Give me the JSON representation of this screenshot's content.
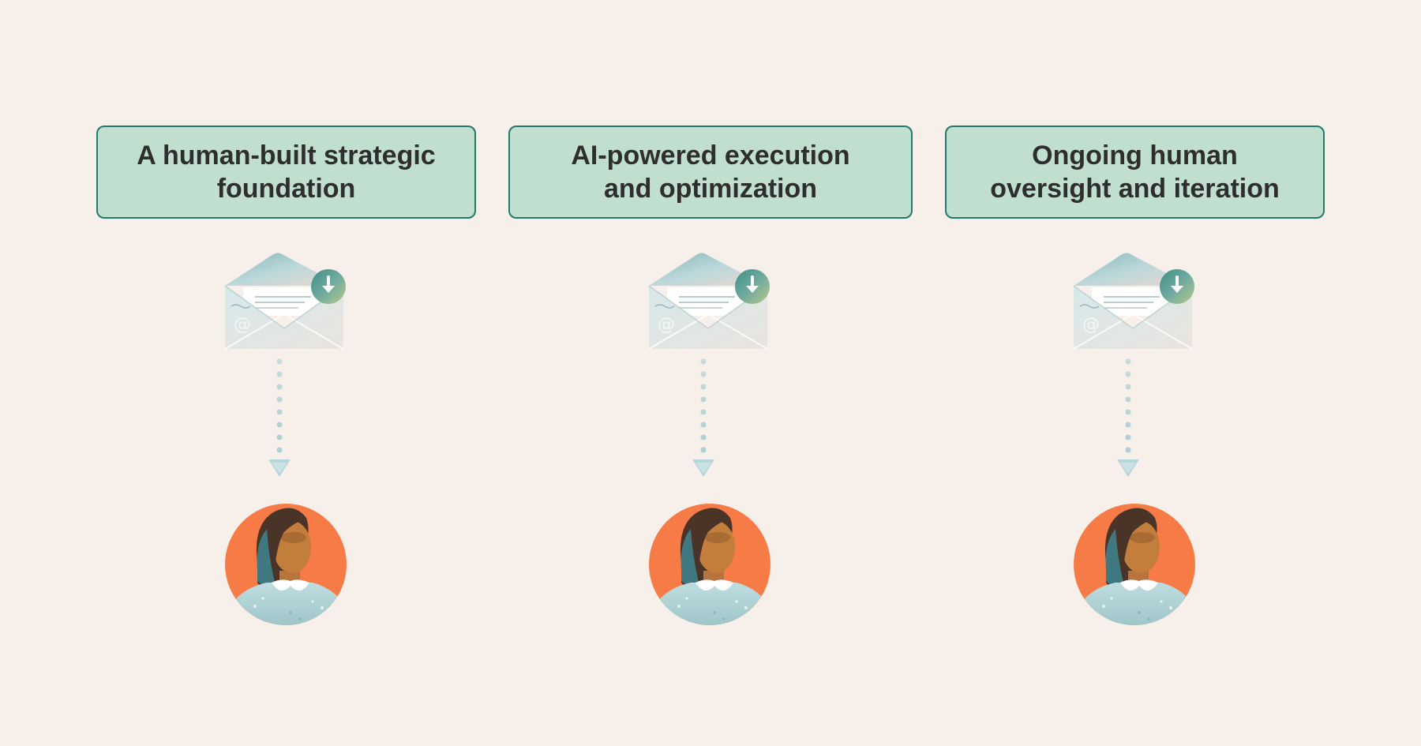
{
  "steps": [
    {
      "label": "A human-built strategic foundation",
      "icons": [
        "email-envelope-icon",
        "download-badge-icon",
        "dotted-arrow-down-icon",
        "person-avatar-icon"
      ]
    },
    {
      "label": "AI-powered execution and optimization",
      "icons": [
        "email-envelope-icon",
        "download-badge-icon",
        "dotted-arrow-down-icon",
        "person-avatar-icon"
      ]
    },
    {
      "label": "Ongoing human oversight and iteration",
      "icons": [
        "email-envelope-icon",
        "download-badge-icon",
        "dotted-arrow-down-icon",
        "person-avatar-icon"
      ]
    }
  ],
  "colors": {
    "background": "#f6efea",
    "box_fill": "#c0dfce",
    "box_border": "#217a6c",
    "text": "#2e2e2e",
    "avatar_bg": "#f77b47",
    "envelope": "#cfe3e6"
  }
}
